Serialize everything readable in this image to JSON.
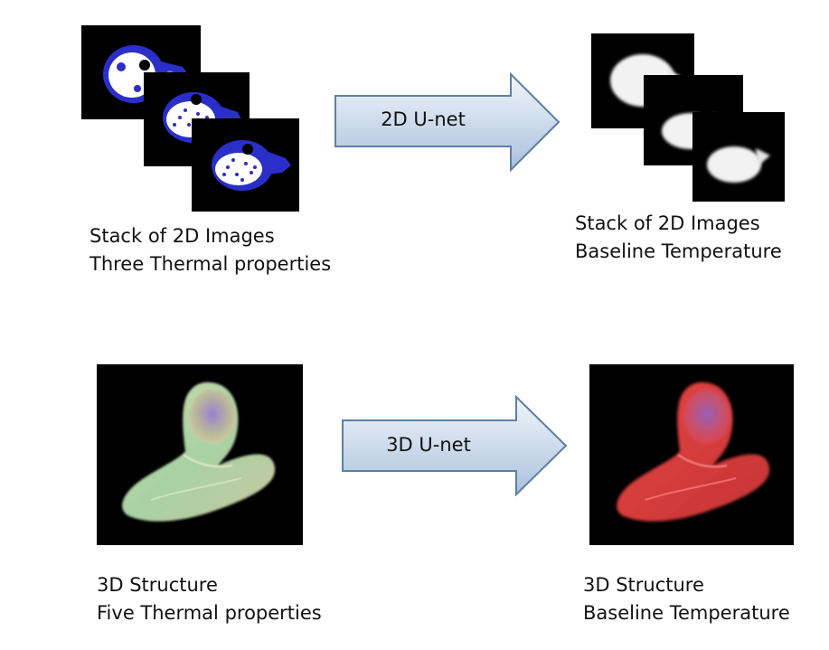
{
  "row_2d": {
    "input_caption": {
      "line1": "Stack of 2D Images",
      "line2": "Three Thermal properties"
    },
    "arrow_label": "2D U-net",
    "output_caption": {
      "line1": "Stack of 2D Images",
      "line2": "Baseline Temperature"
    }
  },
  "row_3d": {
    "input_caption": {
      "line1": "3D Structure",
      "line2": "Five Thermal properties"
    },
    "arrow_label": "3D U-net",
    "output_caption": {
      "line1": "3D Structure",
      "line2": "Baseline Temperature"
    }
  },
  "colors": {
    "arrow_fill_top": "#f2f6fb",
    "arrow_fill_bottom": "#a9c1dc",
    "arrow_stroke": "#5d7fa6",
    "slice_blue": "#2a2fc9",
    "background": "#ffffff"
  },
  "icons": {
    "arrow_2d": "right-arrow-icon",
    "arrow_3d": "right-arrow-icon"
  }
}
